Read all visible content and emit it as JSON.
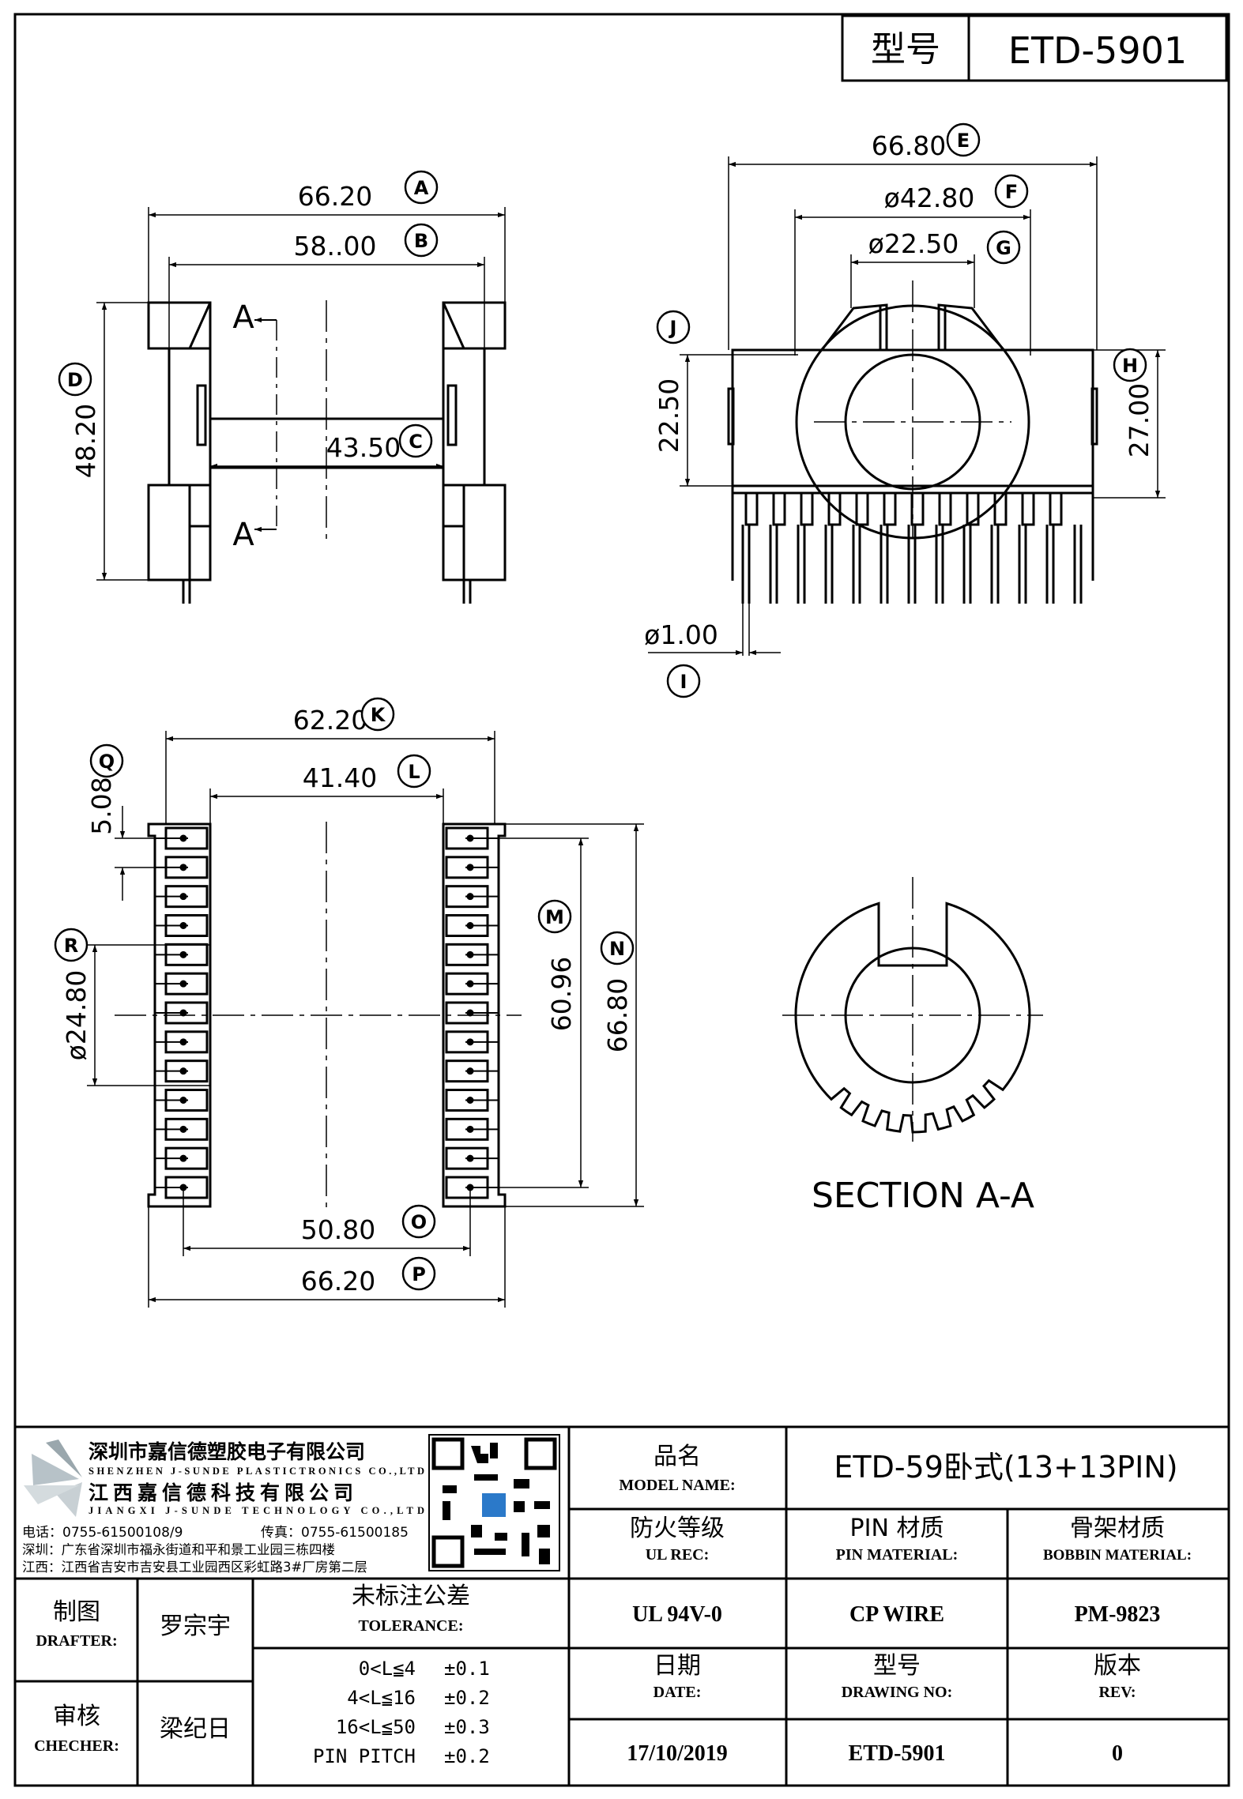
{
  "header": {
    "model_label": "型号",
    "model_value": "ETD-5901"
  },
  "dimensions": {
    "A": "66.20",
    "B": "58..00",
    "C": "43.50",
    "D": "48.20",
    "E": "66.80",
    "F": "ø42.80",
    "G": "ø22.50",
    "H": "27.00",
    "I": "ø1.00",
    "J": "22.50",
    "K": "62.20",
    "L": "41.40",
    "M": "60.96",
    "N": "66.80",
    "O": "50.80",
    "P": "66.20",
    "Q": "5.08",
    "R": "ø24.80"
  },
  "markers": {
    "A": "A",
    "B": "B",
    "C": "C",
    "D": "D",
    "E": "E",
    "F": "F",
    "G": "G",
    "H": "H",
    "I": "I",
    "J": "J",
    "K": "K",
    "L": "L",
    "M": "M",
    "N": "N",
    "O": "O",
    "P": "P",
    "Q": "Q",
    "R": "R"
  },
  "section_marks": {
    "top": "A",
    "bottom": "A"
  },
  "section_title": "SECTION A-A",
  "company": {
    "name_cn_1": "深圳市嘉信德塑胶电子有限公司",
    "name_en_1": "SHENZHEN J-SUNDE PLASTICTRONICS CO.,LTD",
    "name_cn_2": "江西嘉信德科技有限公司",
    "name_en_2": "JIANGXI J-SUNDE TECHNOLOGY CO.,LTD",
    "phone": "电话：0755-61500108/9",
    "fax": "传真：0755-61500185",
    "addr_sz": "深圳：广东省深圳市福永街道和平和景工业园三栋四楼",
    "addr_jx": "江西：江西省吉安市吉安县工业园西区彩虹路3#厂房第二层"
  },
  "title_block": {
    "model_name_cn": "品名",
    "model_name_en": "MODEL NAME:",
    "model_name_value": "ETD-59卧式(13+13PIN)",
    "ul_cn": "防火等级",
    "ul_en": "UL REC:",
    "ul_value": "UL 94V-0",
    "pin_cn": "PIN 材质",
    "pin_en": "PIN MATERIAL:",
    "pin_value": "CP WIRE",
    "bobbin_cn": "骨架材质",
    "bobbin_en": "BOBBIN MATERIAL:",
    "bobbin_value": "PM-9823",
    "drafter_cn": "制图",
    "drafter_en": "DRAFTER:",
    "drafter_value": "罗宗宇",
    "checker_cn": "审核",
    "checker_en": "CHECHER:",
    "checker_value": "梁纪日",
    "tol_cn": "未标注公差",
    "tol_en": "TOLERANCE:",
    "tolerances": [
      {
        "range": "0<L≦4",
        "value": "±0.1"
      },
      {
        "range": "4<L≦16",
        "value": "±0.2"
      },
      {
        "range": "16<L≦50",
        "value": "±0.3"
      },
      {
        "range": "PIN PITCH",
        "value": "±0.2"
      }
    ],
    "date_cn": "日期",
    "date_en": "DATE:",
    "date_value": "17/10/2019",
    "dwg_cn": "型号",
    "dwg_en": "DRAWING NO:",
    "dwg_value": "ETD-5901",
    "rev_cn": "版本",
    "rev_en": "REV:",
    "rev_value": "0"
  }
}
